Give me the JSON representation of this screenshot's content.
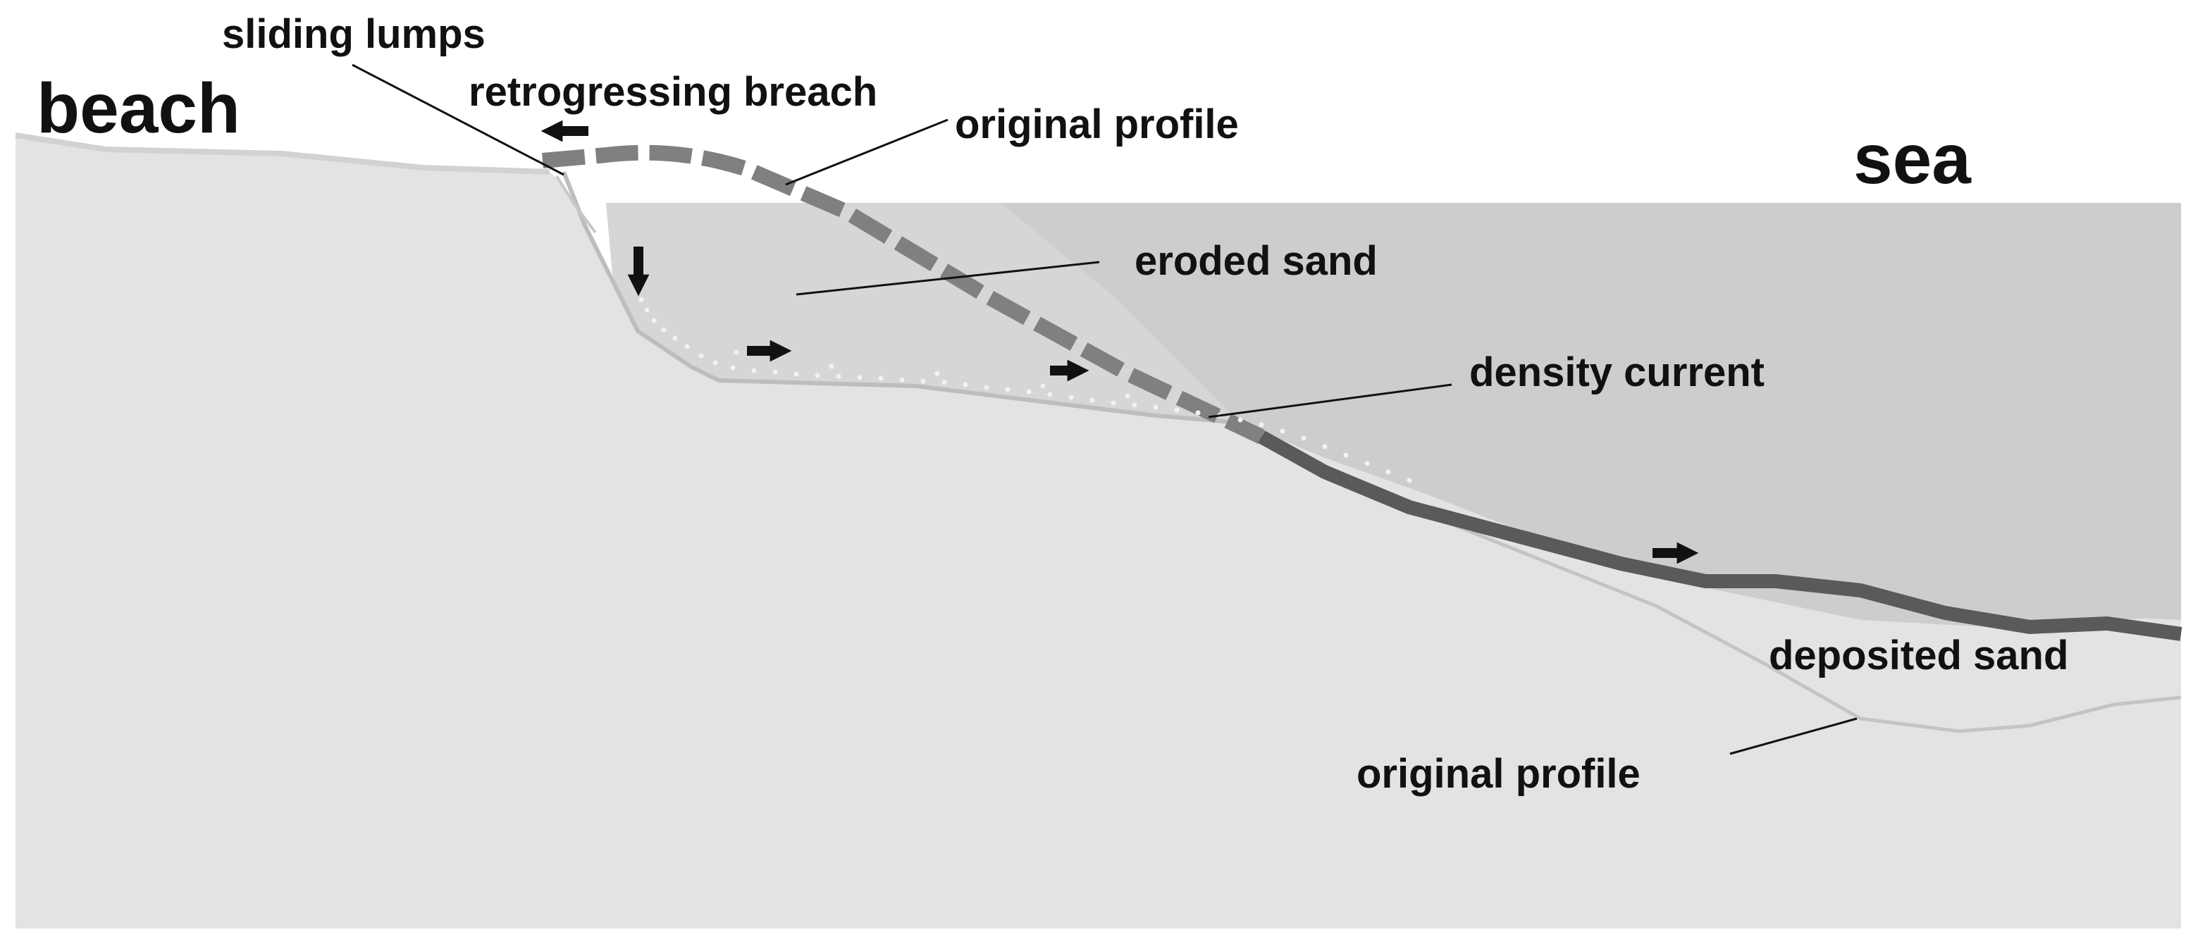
{
  "labels": {
    "beach": "beach",
    "sea": "sea",
    "sliding_lumps": "sliding lumps",
    "retrogressing_breach": "retrogressing breach",
    "original_profile_top": "original profile",
    "eroded_sand": "eroded sand",
    "density_current": "density current",
    "deposited_sand": "deposited sand",
    "original_profile_bottom": "original profile"
  },
  "colors": {
    "ground": "#e3e3e3",
    "water": "#cdcdcd",
    "original_profile": "#808080",
    "new_profile": "#5a5a5a",
    "arrows": "#111111",
    "sand_dots": "#f2f2f2"
  }
}
